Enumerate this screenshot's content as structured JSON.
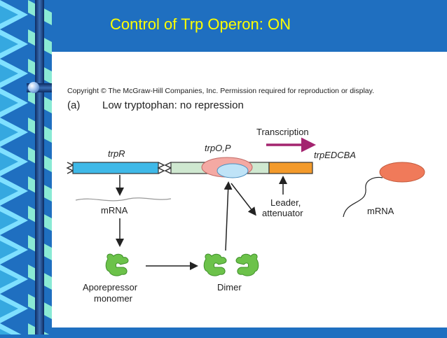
{
  "slide": {
    "title": "Control of Trp Operon: ON"
  },
  "figure": {
    "copyright": "Copyright © The McGraw-Hill Companies, Inc. Permission required for reproduction or display.",
    "panel_label": "(a)",
    "condition": "Low tryptophan: no repression",
    "labels": {
      "trpR": "trpR",
      "trpOP": "trpO,P",
      "transcription": "Transcription",
      "trpEDCBA": "trpEDCBA",
      "mrna_left": "mRNA",
      "leader_line1": "Leader,",
      "leader_line2": "attenuator",
      "mrna_right": "mRNA",
      "aporepressor_line1": "Aporepressor",
      "aporepressor_line2": "monomer",
      "dimer": "Dimer"
    }
  },
  "colors": {
    "background": "#1f6fc0",
    "title": "#ffff00",
    "trpR_gene": "#3fb9e8",
    "operator": "#cfe8d0",
    "structural_genes": "#f39a2b",
    "polymerase": "#f4a9a3",
    "transcription_arrow": "#a3246f",
    "protein": "#6cc24a",
    "mrna_blob": "#f07a5a"
  }
}
